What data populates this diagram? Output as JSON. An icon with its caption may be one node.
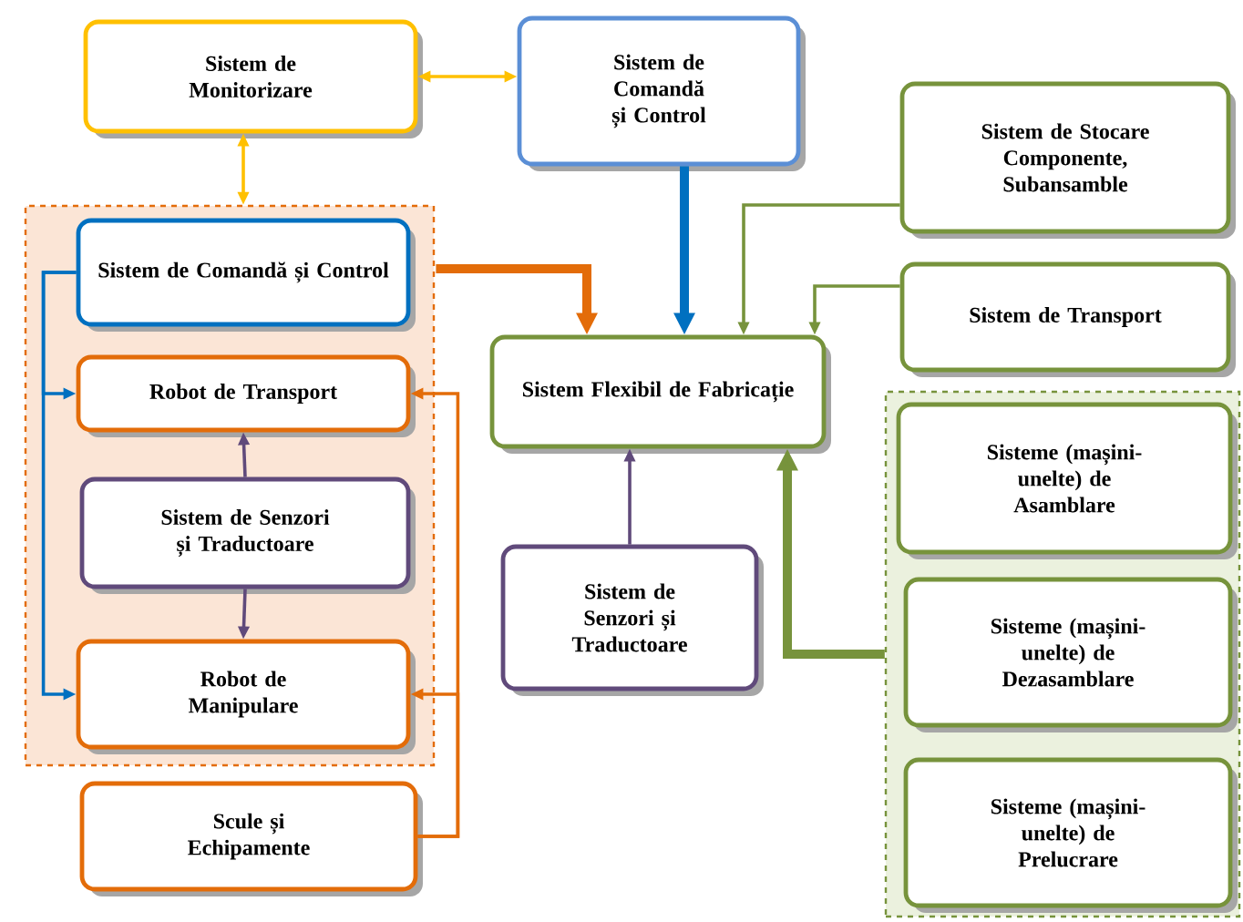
{
  "diagram": {
    "nodes": [
      {
        "text": [
          "Sistem de Monitorizare"
        ]
      },
      {
        "text": [
          "Sistem de Comandă și Control"
        ]
      },
      {
        "text": [],
        "shape": "box"
      },
      {
        "text": [
          "Sistem de Comandă și Control"
        ],
        "in": 2
      },
      {
        "text": [
          "Robot de Transport"
        ],
        "in": 2
      },
      {
        "text": [
          "Sistem de Senzori și Traductoare"
        ],
        "in": 2
      },
      {
        "text": [
          "Robot de Manipulare"
        ],
        "in": 2
      },
      {
        "text": [
          "Scule și Echipamente"
        ]
      },
      {
        "text": [
          "Sistem Flexibil de Fabricație"
        ]
      },
      {
        "text": [
          "Sistem de Senzori și Traductoare"
        ]
      },
      {
        "text": [
          "Sistem de Stocare Componente, Subansamble"
        ]
      },
      {
        "text": [
          "Sistem de Transport"
        ]
      },
      {
        "text": [],
        "shape": "box"
      },
      {
        "text": [
          "Sisteme (mașini-unelte) de Asamblare"
        ],
        "in": 12
      },
      {
        "text": [
          "Sisteme (mașini-unelte) de Dezasamblare"
        ],
        "in": 12
      },
      {
        "text": [
          "Sisteme (mașini-unelte) de Prelucrare"
        ],
        "in": 12
      }
    ],
    "edges": [
      {
        "from": 0,
        "to": 1,
        "arrow": "both",
        "color": "#ffc000"
      },
      {
        "from": 0,
        "to": 2,
        "arrow": "both",
        "color": "#ffc000"
      },
      {
        "from": 1,
        "to": 8,
        "arrow": "to",
        "style": "thick",
        "color": "#0070c0"
      },
      {
        "from": 3,
        "to": 8,
        "arrow": "to",
        "style": "thick",
        "color": "#e36c09"
      },
      {
        "from": 3,
        "to": 4,
        "arrow": "to",
        "color": "#0070c0"
      },
      {
        "from": 3,
        "to": 6,
        "arrow": "to",
        "color": "#0070c0"
      },
      {
        "from": 5,
        "to": 4,
        "arrow": "to",
        "color": "#604a7b"
      },
      {
        "from": 5,
        "to": 6,
        "arrow": "to",
        "color": "#604a7b"
      },
      {
        "from": 7,
        "to": 4,
        "arrow": "to",
        "color": "#e36c09"
      },
      {
        "from": 7,
        "to": 6,
        "arrow": "to",
        "color": "#e36c09"
      },
      {
        "from": 9,
        "to": 8,
        "arrow": "to",
        "color": "#604a7b"
      },
      {
        "from": 10,
        "to": 8,
        "arrow": "to",
        "color": "#77933c"
      },
      {
        "from": 11,
        "to": 8,
        "arrow": "to",
        "color": "#77933c"
      },
      {
        "from": 12,
        "to": 8,
        "arrow": "to",
        "style": "thick",
        "color": "#77933c"
      }
    ]
  }
}
